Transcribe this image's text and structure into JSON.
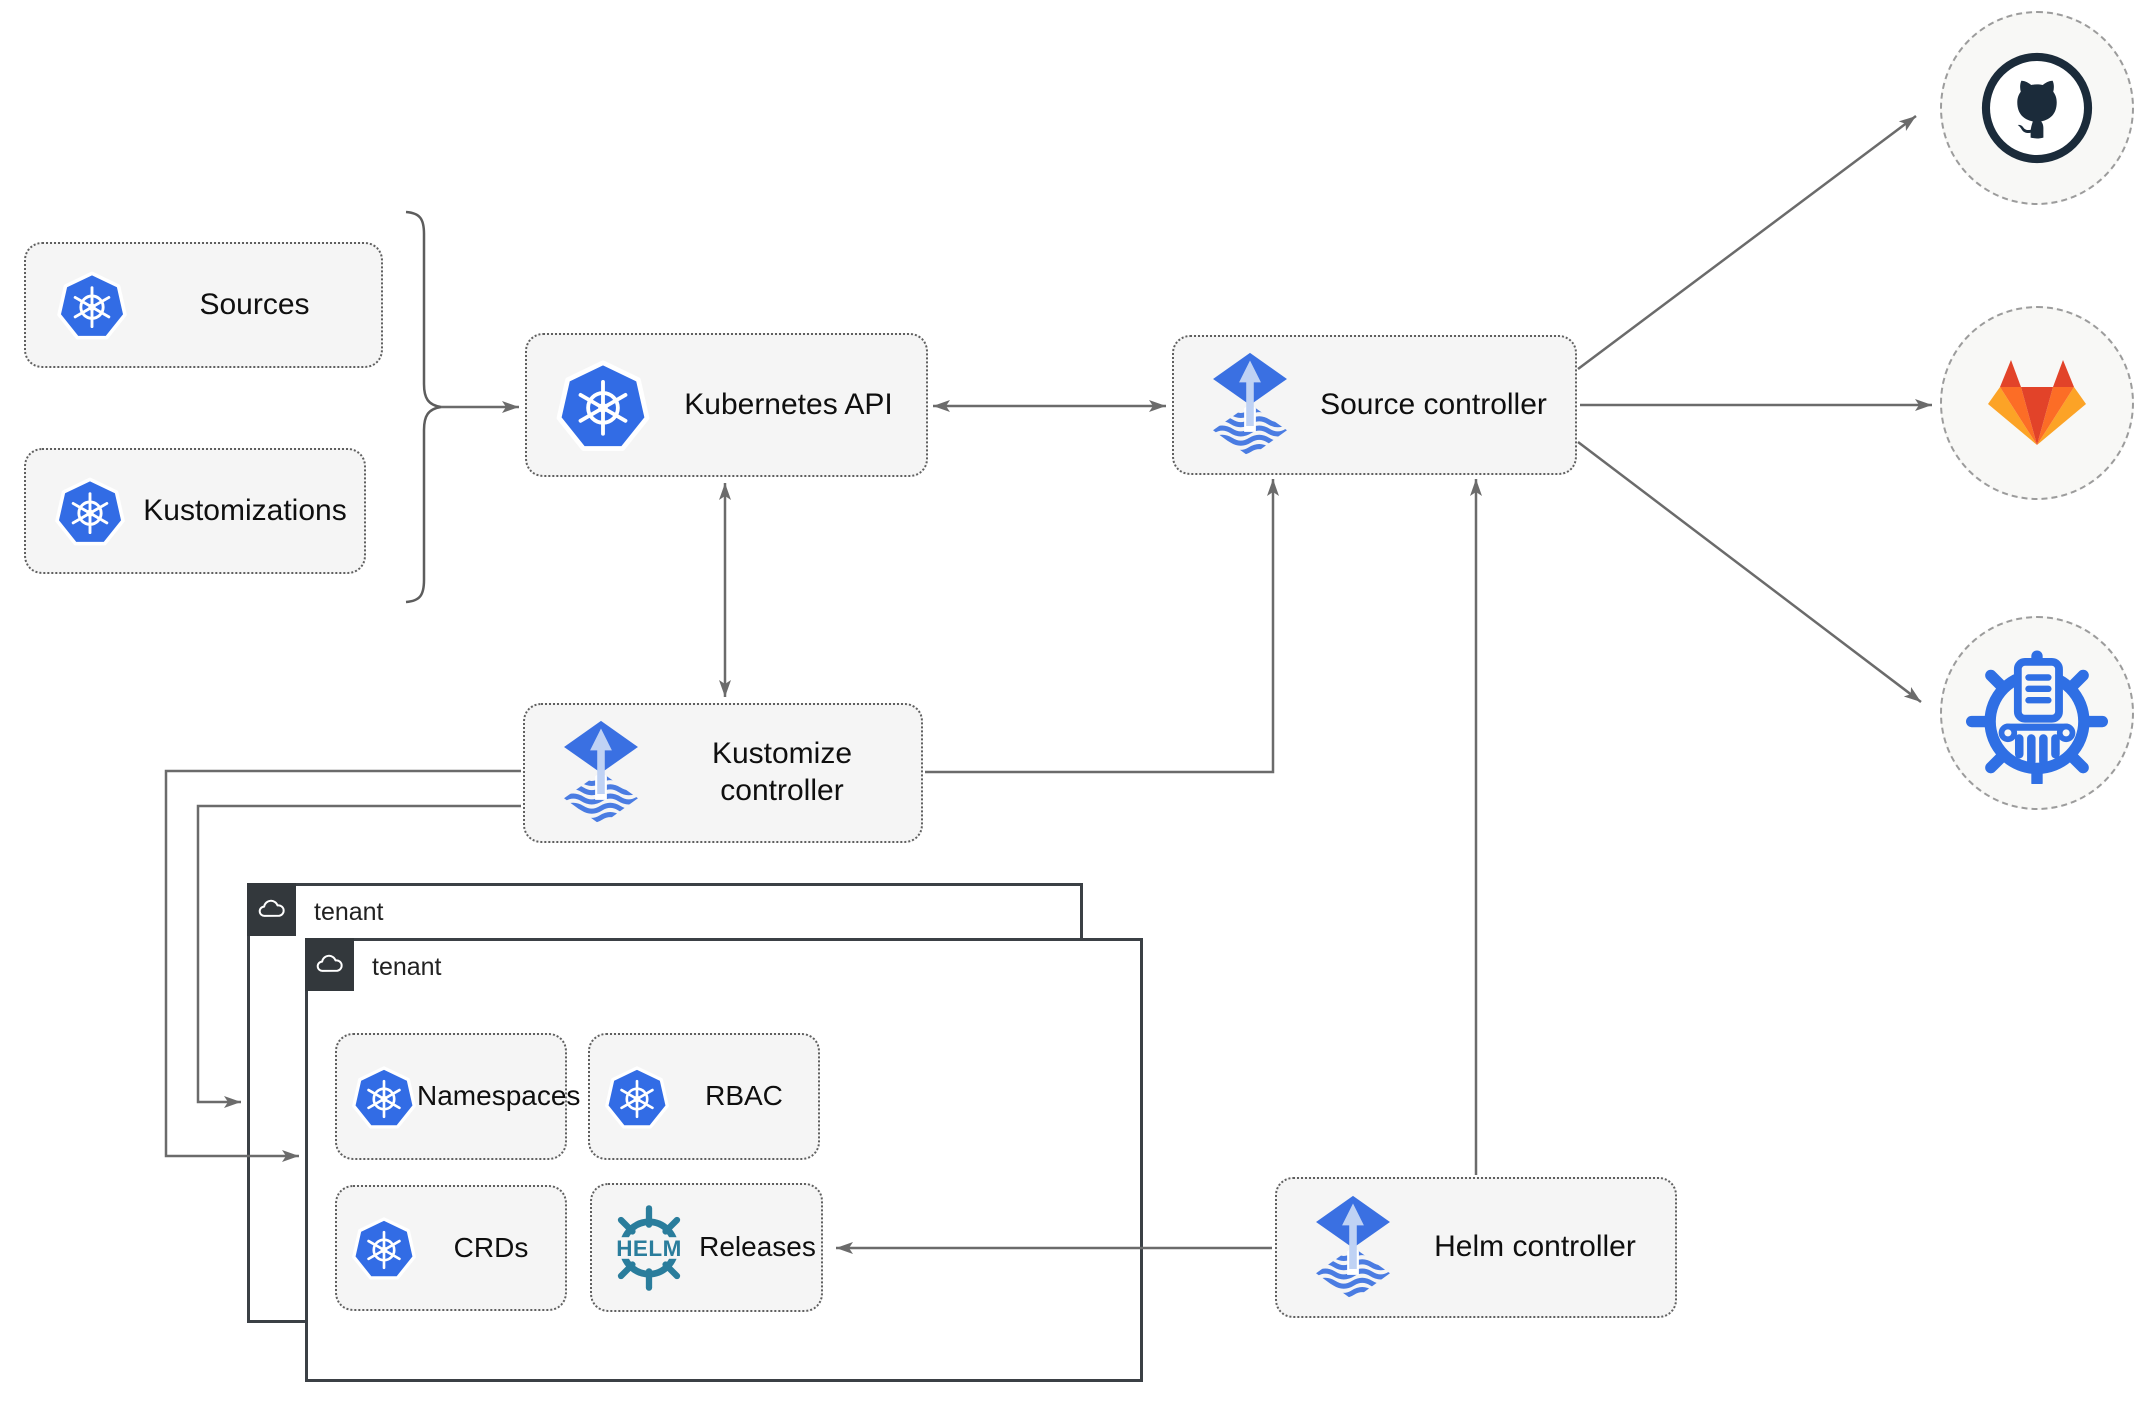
{
  "nodes": {
    "sources": {
      "label": "Sources"
    },
    "kustomizations": {
      "label": "Kustomizations"
    },
    "kubernetes_api": {
      "label": "Kubernetes API"
    },
    "source_controller": {
      "label": "Source controller"
    },
    "kustomize_controller": {
      "label": "Kustomize controller"
    },
    "helm_controller": {
      "label": "Helm controller"
    },
    "namespaces": {
      "label": "Namespaces"
    },
    "rbac": {
      "label": "RBAC"
    },
    "crds": {
      "label": "CRDs"
    },
    "releases": {
      "label": "Releases"
    }
  },
  "tenants": {
    "back_label": "tenant",
    "front_label": "tenant"
  },
  "helm_logo_text": "HELM",
  "icons": {
    "sources": "kubernetes-icon",
    "kustomizations": "kubernetes-icon",
    "kubernetes_api": "kubernetes-icon",
    "source_controller": "flux-icon",
    "kustomize_controller": "flux-icon",
    "helm_controller": "flux-icon",
    "namespaces": "kubernetes-icon",
    "rbac": "kubernetes-icon",
    "crds": "kubernetes-icon",
    "releases": "helm-icon",
    "tenant": "cloud-icon",
    "remotes": [
      "github-icon",
      "gitlab-icon",
      "chartmuseum-icon"
    ]
  },
  "colors": {
    "kubernetes_blue": "#326ce5",
    "flux_blue": "#3a70e2",
    "flux_stripe_blue": "#4a7ce2",
    "flux_arrow_light": "#bfd2f4",
    "helm_teal": "#2a7d9c",
    "github_dark": "#1b2b3a",
    "gitlab_red": "#e24329",
    "gitlab_orange": "#fc6d26",
    "gitlab_light_orange": "#fca326",
    "chartmuseum_blue": "#2f6fe4",
    "line_gray": "#6b6b6b",
    "node_fill": "#f5f5f5",
    "node_border": "#5f5f5f",
    "tenant_border": "#3b4045",
    "tenant_corner_bg": "#33383c",
    "circle_fill": "#f8f8f6",
    "circle_border": "#9c9c9c",
    "label_color": "#0f0f0f"
  }
}
